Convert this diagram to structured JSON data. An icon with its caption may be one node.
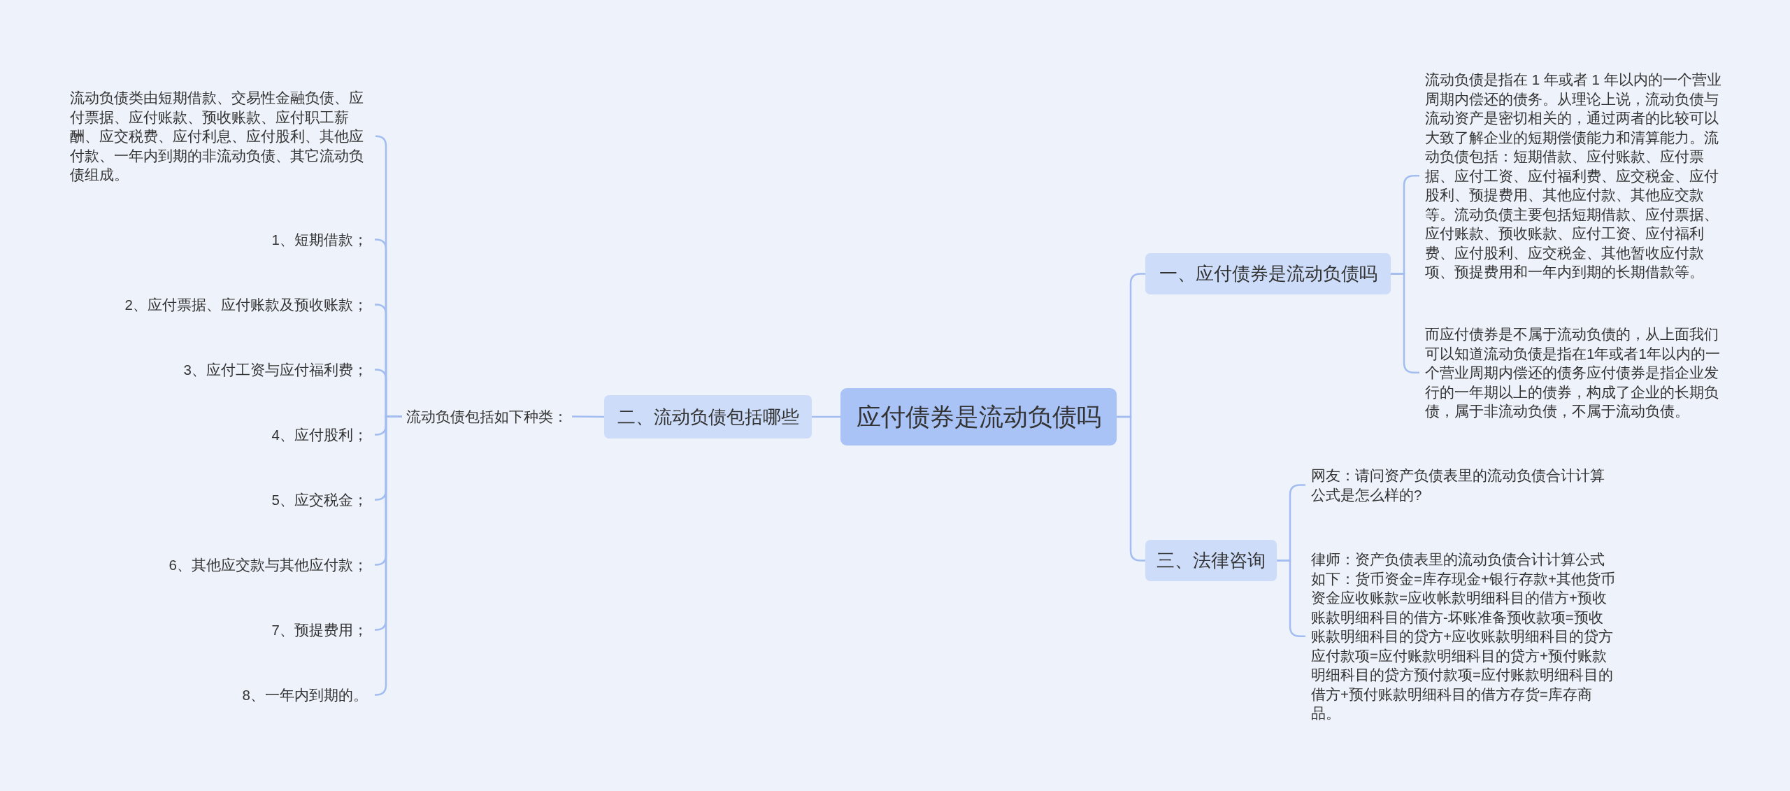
{
  "diagram": {
    "nodes": [
      {
        "text": [
          "应付债券是流动负债吗"
        ]
      },
      {
        "text": [
          "一、应付债券是流动负债吗"
        ]
      },
      {
        "text": [
          "流动负债是指在 1 年或者 1 年以内的一个营业周期内偿还的债务。从理论上说，流动负债与流动资产是密切相关的，通过两者的比较可以大致了解企业的短期偿债能力和清算能力。流动负债包括：短期借款、应付账款、应付票据、应付工资、应付福利费、应交税金、应付股利、预提费用、其他应付款、其他应交款等。流动负债主要包括短期借款、应付票据、应付账款、预收账款、应付工资、应付福利费、应付股利、应交税金、其他暂收应付款项、预提费用和一年内到期的长期借款等。"
        ]
      },
      {
        "text": [
          "而应付债券是不属于流动负债的，从上面我们可以知道流动负债是指在1年或者1年以内的一个营业周期内偿还的债务应付债券是指企业发行的一年期以上的债券，构成了企业的长期负债，属于非流动负债，不属于流动负债。"
        ]
      },
      {
        "text": [
          "三、法律咨询"
        ]
      },
      {
        "text": [
          "网友：请问资产负债表里的流动负债合计计算公式是怎么样的?"
        ]
      },
      {
        "text": [
          "律师：资产负债表里的流动负债合计计算公式如下：货币资金=库存现金+银行存款+其他货币资金应收账款=应收帐款明细科目的借方+预收账款明细科目的借方-坏账准备预收款项=预收账款明细科目的贷方+应收账款明细科目的贷方应付款项=应付账款明细科目的贷方+预付账款明细科目的贷方预付款项=应付账款明细科目的借方+预付账款明细科目的借方存货=库存商品。"
        ]
      },
      {
        "text": [
          "二、流动负债包括哪些"
        ]
      },
      {
        "text": [
          "流动负债包括如下种类："
        ]
      },
      {
        "text": [
          "流动负债类由短期借款、交易性金融负债、应付票据、应付账款、预收账款、应付职工薪酬、应交税费、应付利息、应付股利、其他应付款、一年内到期的非流动负债、其它流动负债组成。"
        ]
      },
      {
        "text": [
          "1、短期借款；"
        ]
      },
      {
        "text": [
          "2、应付票据、应付账款及预收账款；"
        ]
      },
      {
        "text": [
          "3、应付工资与应付福利费；"
        ]
      },
      {
        "text": [
          "4、应付股利；"
        ]
      },
      {
        "text": [
          "5、应交税金；"
        ]
      },
      {
        "text": [
          "6、其他应交款与其他应付款；"
        ]
      },
      {
        "text": [
          "7、预提费用；"
        ]
      },
      {
        "text": [
          "8、一年内到期的。"
        ]
      }
    ],
    "edges": [
      {
        "from": 0,
        "to": 1,
        "arrow": "none"
      },
      {
        "from": 1,
        "to": 2,
        "arrow": "none"
      },
      {
        "from": 1,
        "to": 3,
        "arrow": "none"
      },
      {
        "from": 0,
        "to": 4,
        "arrow": "none"
      },
      {
        "from": 4,
        "to": 5,
        "arrow": "none"
      },
      {
        "from": 4,
        "to": 6,
        "arrow": "none"
      },
      {
        "from": 0,
        "to": 7,
        "arrow": "none"
      },
      {
        "from": 7,
        "to": 8,
        "arrow": "none"
      },
      {
        "from": 8,
        "to": 9,
        "arrow": "none"
      },
      {
        "from": 8,
        "to": 10,
        "arrow": "none"
      },
      {
        "from": 8,
        "to": 11,
        "arrow": "none"
      },
      {
        "from": 8,
        "to": 12,
        "arrow": "none"
      },
      {
        "from": 8,
        "to": 13,
        "arrow": "none"
      },
      {
        "from": 8,
        "to": 14,
        "arrow": "none"
      },
      {
        "from": 8,
        "to": 15,
        "arrow": "none"
      },
      {
        "from": 8,
        "to": 16,
        "arrow": "none"
      },
      {
        "from": 8,
        "to": 17,
        "arrow": "none"
      }
    ]
  }
}
